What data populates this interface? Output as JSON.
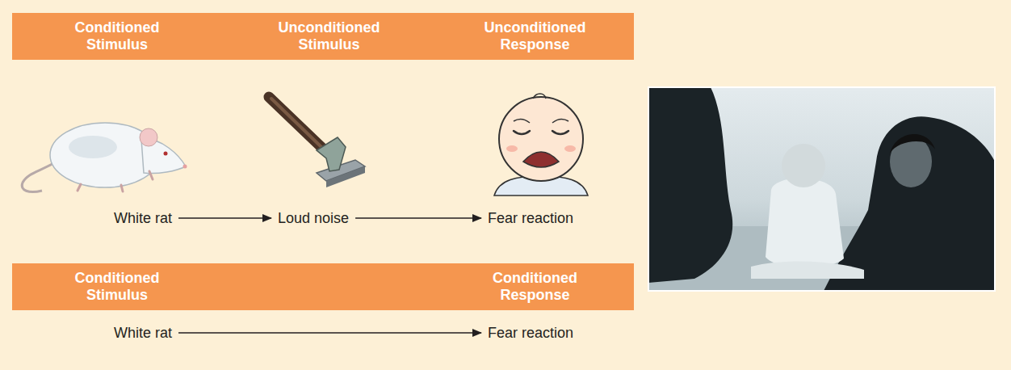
{
  "diagram": {
    "nodes": [
      {
        "text": [
          "Conditioned Stimulus"
        ]
      },
      {
        "text": [
          "Unconditioned Stimulus"
        ]
      },
      {
        "text": [
          "Unconditioned Response"
        ]
      },
      {
        "text": [
          "White rat"
        ]
      },
      {
        "text": [
          "Loud noise"
        ]
      },
      {
        "text": [
          "Fear reaction"
        ]
      },
      {
        "text": [
          "Conditioned Stimulus"
        ]
      },
      {
        "text": [
          "Conditioned Response"
        ]
      },
      {
        "text": [
          "White rat"
        ]
      },
      {
        "text": [
          "Fear reaction"
        ]
      }
    ],
    "edges": [
      {
        "from": 3,
        "to": 4,
        "arrow": "to"
      },
      {
        "from": 4,
        "to": 5,
        "arrow": "to"
      },
      {
        "from": 8,
        "to": 9,
        "arrow": "to"
      }
    ]
  }
}
